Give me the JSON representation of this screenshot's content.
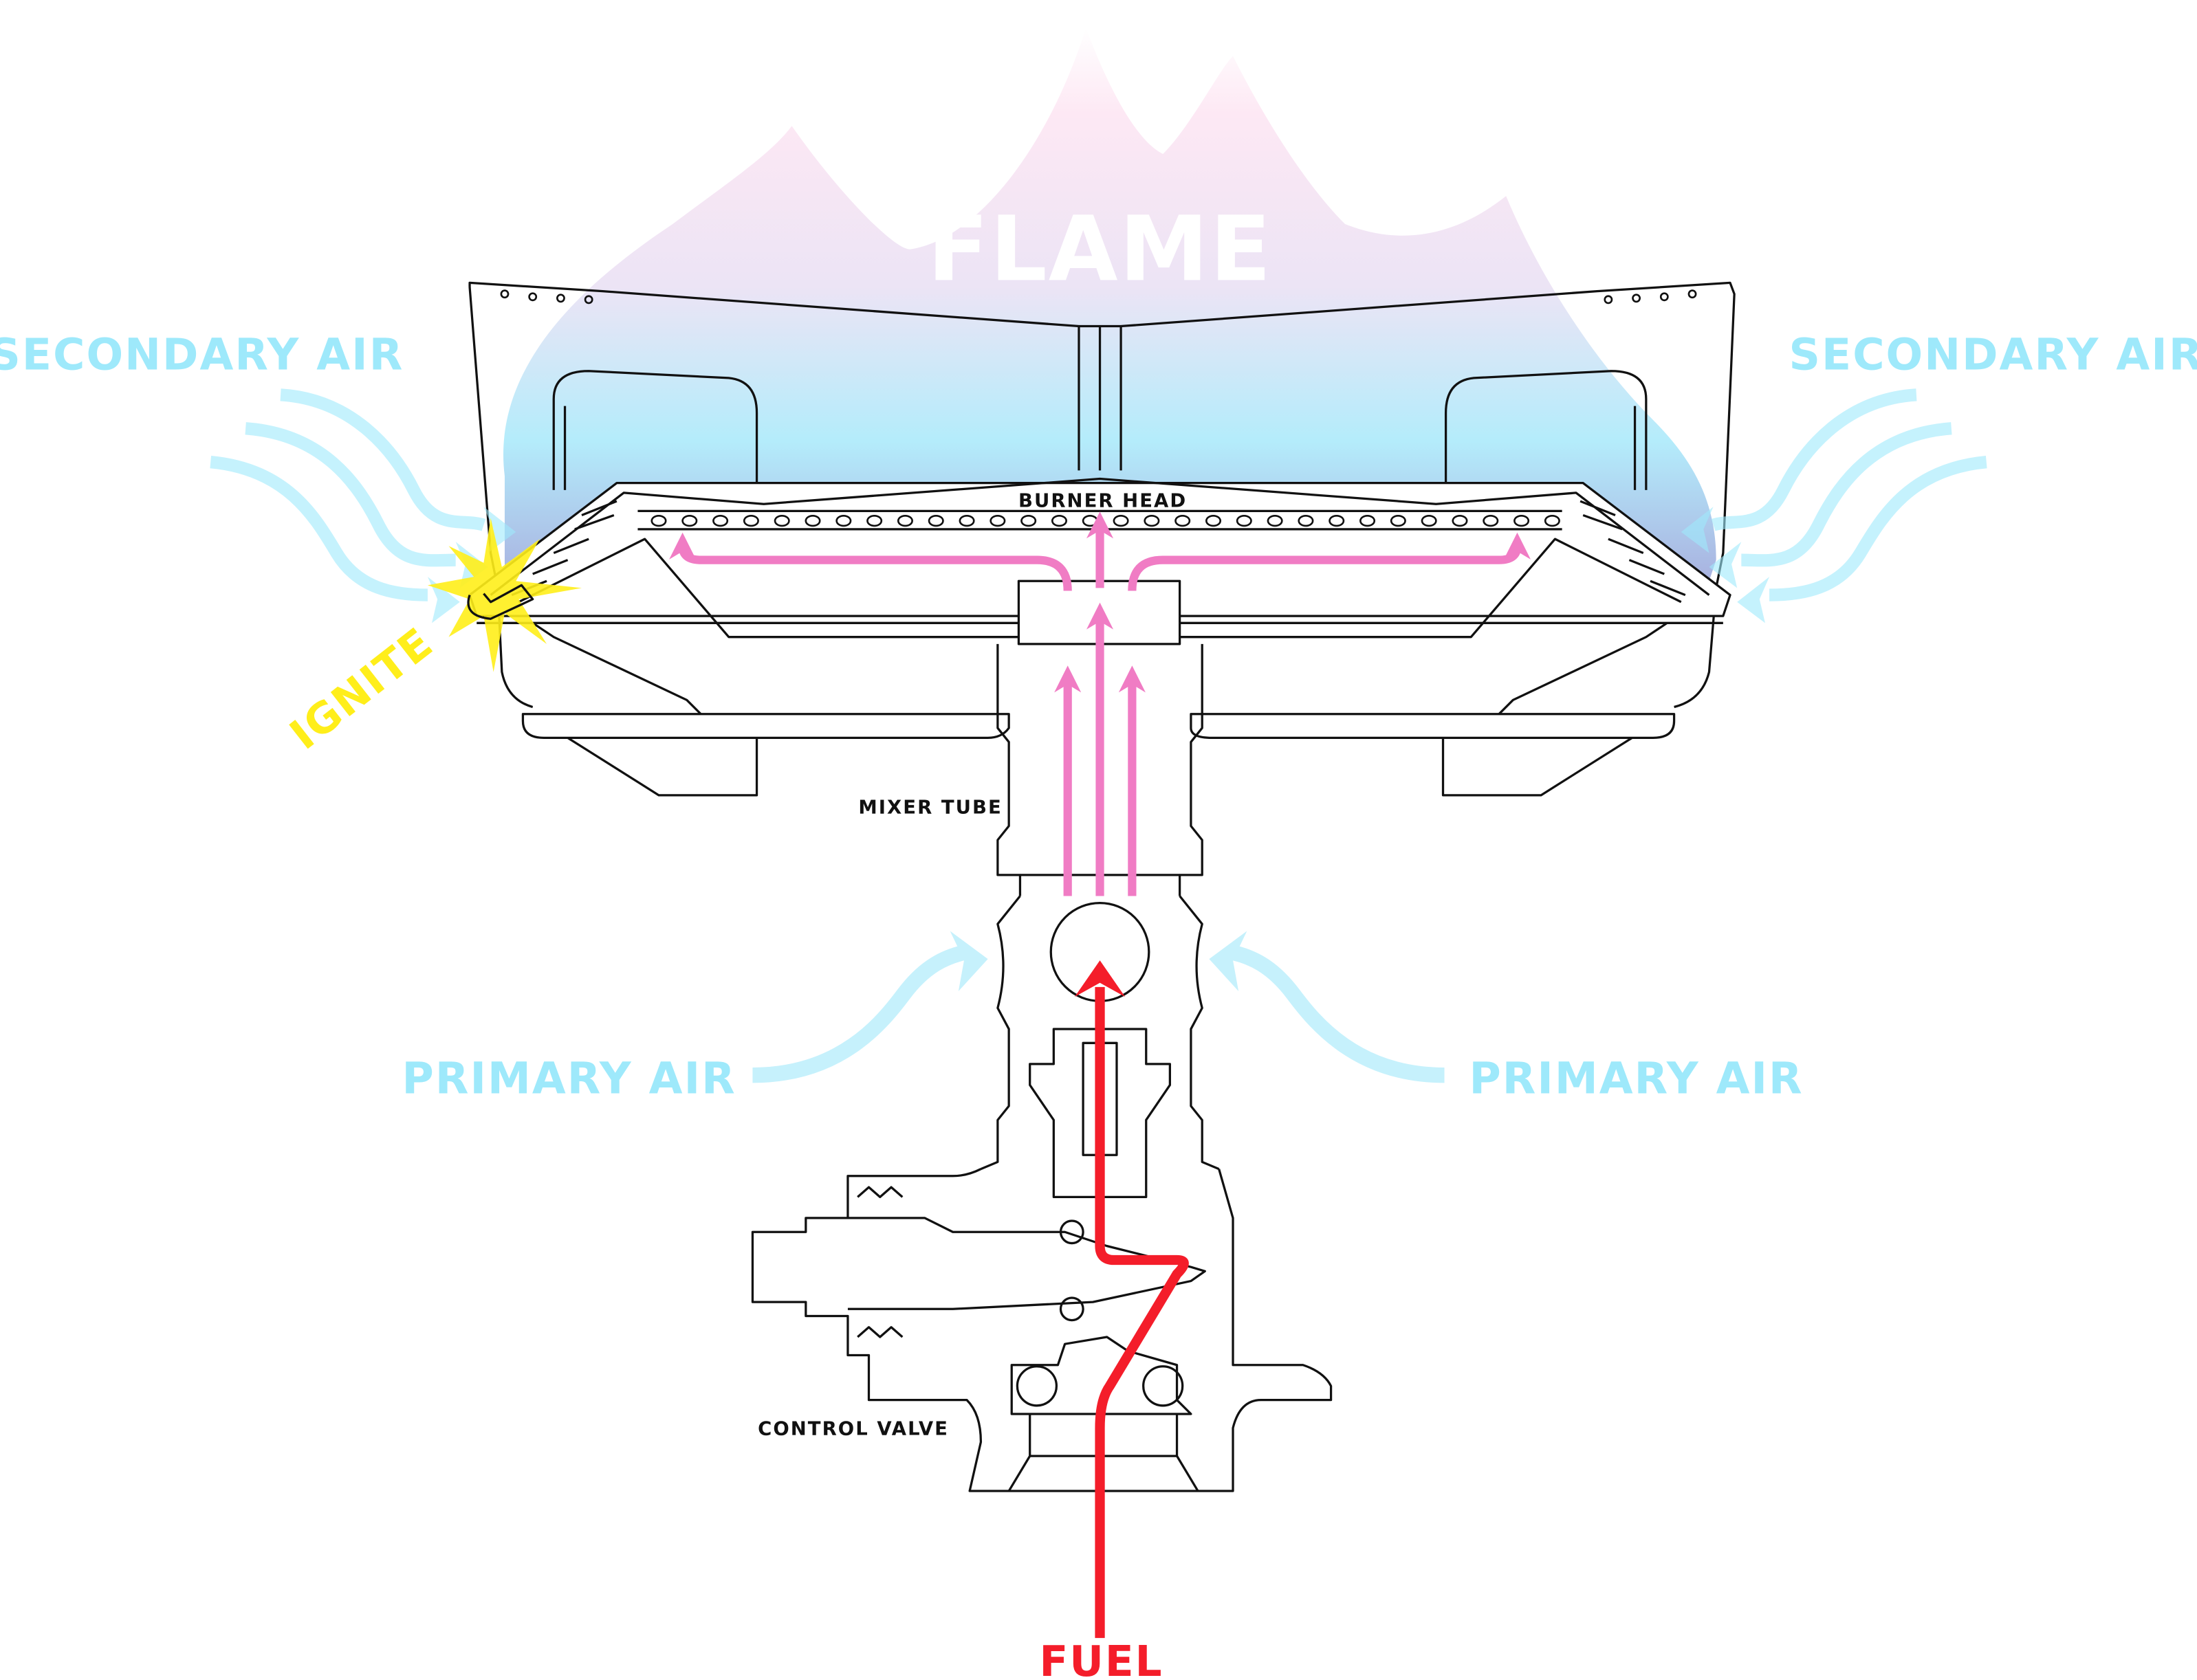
{
  "diagram": {
    "title": "Gas burner airflow diagram",
    "labels": {
      "flame": "FLAME",
      "secondary_air_left": "SECONDARY AIR",
      "secondary_air_right": "SECONDARY AIR",
      "burner_head": "BURNER HEAD",
      "ignite": "IGNITE",
      "mixer_tube": "MIXER TUBE",
      "primary_air_left": "PRIMARY AIR",
      "primary_air_right": "PRIMARY AIR",
      "control_valve": "CONTROL VALVE",
      "fuel": "FUEL"
    },
    "colors": {
      "air": "#9ee9fb",
      "air_arrow": "#c6f1fc",
      "fuel": "#f41d2a",
      "mixture": "#f07cc4",
      "ignite": "#ffee1a",
      "flame_top": "#fde6f3",
      "flame_mid": "#b2ecfa",
      "flame_bottom": "#a9acdc",
      "outline": "#111111"
    },
    "flows": [
      {
        "name": "fuel",
        "from": "FUEL inlet",
        "to": "mixer tube",
        "via": "control valve"
      },
      {
        "name": "primary-air",
        "from": "sides",
        "to": "mixer tube"
      },
      {
        "name": "mixture",
        "from": "mixer tube",
        "to": "burner head ports"
      },
      {
        "name": "secondary-air",
        "from": "sides",
        "to": "flame"
      }
    ]
  }
}
